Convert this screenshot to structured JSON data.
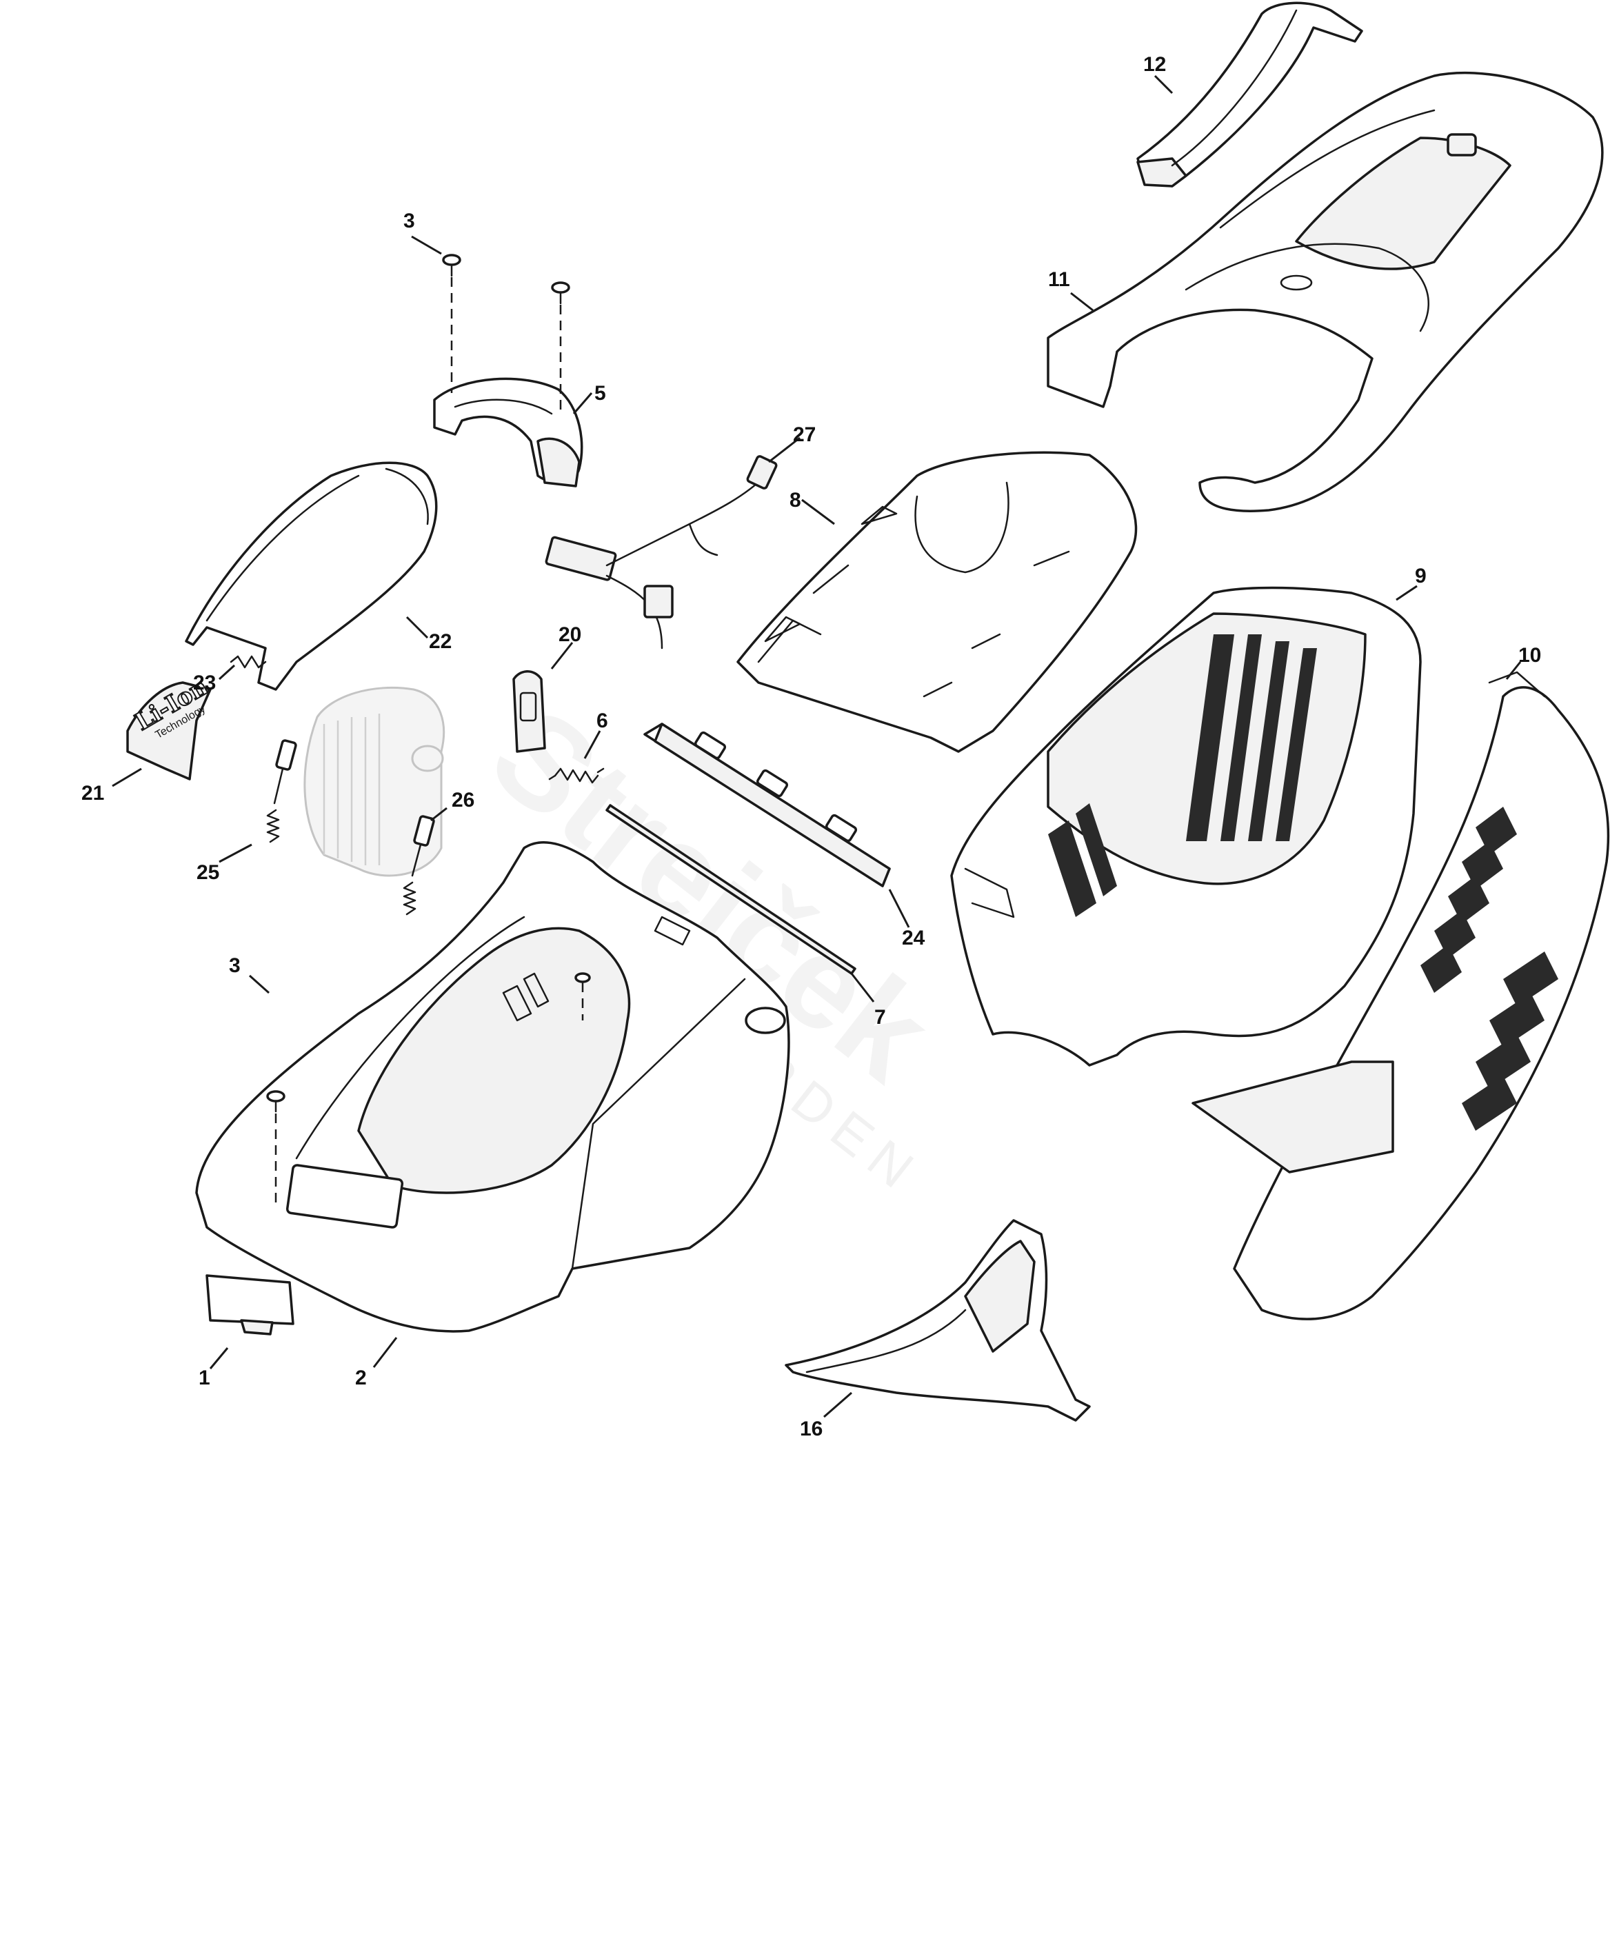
{
  "diagram": {
    "type": "exploded-parts-diagram",
    "part_numbers": [
      "1",
      "2",
      "3",
      "3",
      "5",
      "6",
      "7",
      "8",
      "9",
      "10",
      "11",
      "12",
      "16",
      "20",
      "21",
      "22",
      "23",
      "24",
      "25",
      "26",
      "27"
    ],
    "parts": [
      {
        "id": "1",
        "icon": "cover-tab"
      },
      {
        "id": "2",
        "icon": "mower-deck-housing"
      },
      {
        "id": "3",
        "icon": "screw"
      },
      {
        "id": "5",
        "icon": "carry-handle"
      },
      {
        "id": "6",
        "icon": "spring"
      },
      {
        "id": "7",
        "icon": "rod"
      },
      {
        "id": "8",
        "icon": "rear-flap"
      },
      {
        "id": "9",
        "icon": "grass-bag-frame"
      },
      {
        "id": "10",
        "icon": "grass-bag-cover"
      },
      {
        "id": "11",
        "icon": "top-cover"
      },
      {
        "id": "12",
        "icon": "handle-bar"
      },
      {
        "id": "16",
        "icon": "mulching-plug"
      },
      {
        "id": "20",
        "icon": "key"
      },
      {
        "id": "21",
        "icon": "li-ion-label"
      },
      {
        "id": "22",
        "icon": "battery-lid"
      },
      {
        "id": "23",
        "icon": "small-spring"
      },
      {
        "id": "24",
        "icon": "hinge-bar"
      },
      {
        "id": "25",
        "icon": "latch-pin-spring"
      },
      {
        "id": "26",
        "icon": "latch-pin-spring"
      },
      {
        "id": "27",
        "icon": "wiring-harness"
      }
    ],
    "label_badge": {
      "line1": "Li-Ion",
      "line2": "Technology"
    },
    "watermark": {
      "text": "Strejček",
      "subtext": "GARDEN"
    }
  }
}
